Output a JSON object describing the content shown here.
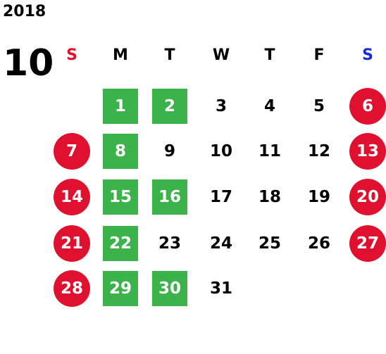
{
  "year": "2018",
  "month": "10",
  "colors": {
    "holiday": "#e0102f",
    "marked": "#3bb24a",
    "sunday_header": "#e0102f",
    "saturday_header": "#1a2bd6",
    "text": "#000000"
  },
  "weekdays": [
    {
      "label": "S",
      "style": "sunday"
    },
    {
      "label": "M",
      "style": "normal"
    },
    {
      "label": "T",
      "style": "normal"
    },
    {
      "label": "W",
      "style": "normal"
    },
    {
      "label": "T",
      "style": "normal"
    },
    {
      "label": "F",
      "style": "normal"
    },
    {
      "label": "S",
      "style": "saturday"
    }
  ],
  "weeks": [
    [
      null,
      {
        "d": "1",
        "s": "marked"
      },
      {
        "d": "2",
        "s": "marked"
      },
      {
        "d": "3",
        "s": "plain"
      },
      {
        "d": "4",
        "s": "plain"
      },
      {
        "d": "5",
        "s": "plain"
      },
      {
        "d": "6",
        "s": "holiday"
      }
    ],
    [
      {
        "d": "7",
        "s": "holiday"
      },
      {
        "d": "8",
        "s": "marked"
      },
      {
        "d": "9",
        "s": "plain"
      },
      {
        "d": "10",
        "s": "plain"
      },
      {
        "d": "11",
        "s": "plain"
      },
      {
        "d": "12",
        "s": "plain"
      },
      {
        "d": "13",
        "s": "holiday"
      }
    ],
    [
      {
        "d": "14",
        "s": "holiday"
      },
      {
        "d": "15",
        "s": "marked"
      },
      {
        "d": "16",
        "s": "marked"
      },
      {
        "d": "17",
        "s": "plain"
      },
      {
        "d": "18",
        "s": "plain"
      },
      {
        "d": "19",
        "s": "plain"
      },
      {
        "d": "20",
        "s": "holiday"
      }
    ],
    [
      {
        "d": "21",
        "s": "holiday"
      },
      {
        "d": "22",
        "s": "marked"
      },
      {
        "d": "23",
        "s": "plain"
      },
      {
        "d": "24",
        "s": "plain"
      },
      {
        "d": "25",
        "s": "plain"
      },
      {
        "d": "26",
        "s": "plain"
      },
      {
        "d": "27",
        "s": "holiday"
      }
    ],
    [
      {
        "d": "28",
        "s": "holiday"
      },
      {
        "d": "29",
        "s": "marked"
      },
      {
        "d": "30",
        "s": "marked"
      },
      {
        "d": "31",
        "s": "plain"
      },
      null,
      null,
      null
    ]
  ]
}
